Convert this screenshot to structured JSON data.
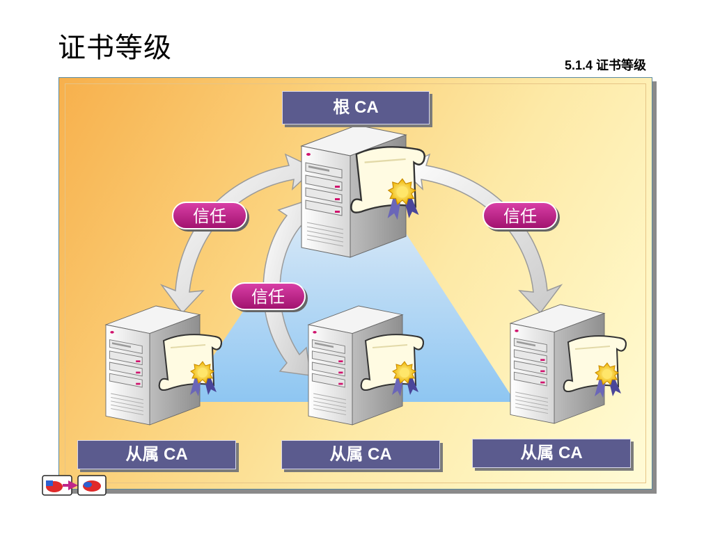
{
  "title": "证书等级",
  "section": "5.1.4 证书等级",
  "root_label": "根 CA",
  "sub_labels": [
    "从属 CA",
    "从属 CA",
    "从属 CA"
  ],
  "trust_labels": [
    "信任",
    "信任",
    "信任"
  ],
  "colors": {
    "label_bg": "#5b5b8e",
    "pill": "#c0268a",
    "panel_warm": "#f7b04c",
    "panel_light": "#fffbd8"
  },
  "icons": [
    "server-icon",
    "certificate-icon",
    "trust-arrow-icon",
    "nav-next-icon"
  ]
}
